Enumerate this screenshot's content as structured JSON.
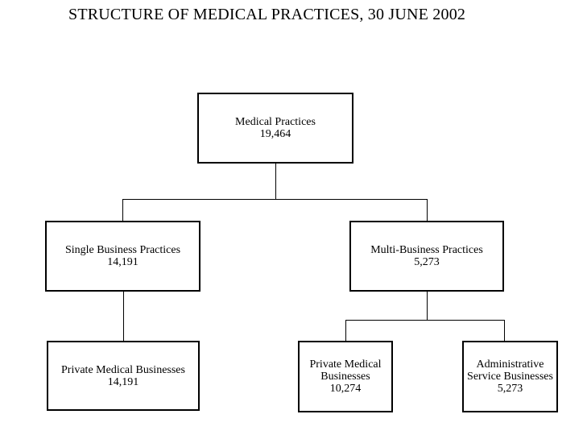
{
  "title": "STRUCTURE OF MEDICAL PRACTICES, 30 JUNE 2002",
  "colors": {
    "background": "#ffffff",
    "line": "#000000",
    "text": "#000000"
  },
  "nodes": {
    "medical_practices": {
      "label": "Medical Practices",
      "value": "19,464"
    },
    "single_business_practices": {
      "label": "Single Business Practices",
      "value": "14,191"
    },
    "multi_business_practices": {
      "label": "Multi-Business Practices",
      "value": "5,273"
    },
    "private_medical_businesses_left": {
      "label": "Private Medical Businesses",
      "value": "14,191"
    },
    "private_medical_businesses_mid": {
      "label": "Private Medical Businesses",
      "value": "10,274"
    },
    "administrative_service_businesses": {
      "label": "Administrative Service Businesses",
      "value": "5,273"
    }
  }
}
